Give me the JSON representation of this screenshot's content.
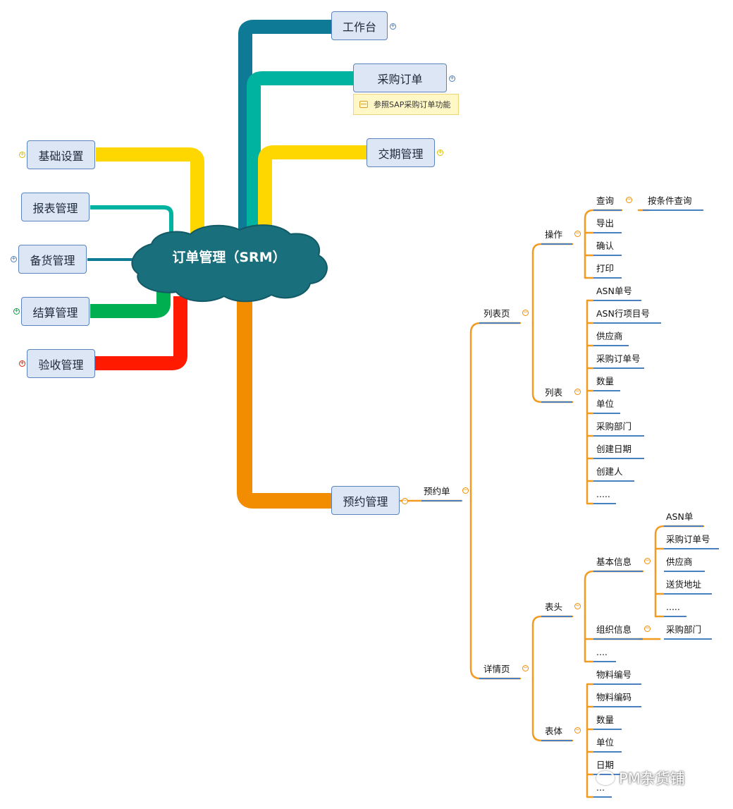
{
  "center": {
    "label": "订单管理（SRM）",
    "color": "#1a6f7c"
  },
  "right_topics": [
    {
      "label": "工作台",
      "id": "workbench"
    },
    {
      "label": "采购订单",
      "id": "purchase-order",
      "note": "参照SAP采购订单功能"
    },
    {
      "label": "交期管理",
      "id": "delivery"
    },
    {
      "label": "预约管理",
      "id": "appointment"
    }
  ],
  "left_topics": [
    {
      "label": "基础设置"
    },
    {
      "label": "报表管理"
    },
    {
      "label": "备货管理"
    },
    {
      "label": "结算管理"
    },
    {
      "label": "验收管理"
    }
  ],
  "appointment_tree": {
    "booking": "预约单",
    "list_page": "列表页",
    "operations": "操作",
    "op_items": [
      "查询",
      "导出",
      "确认",
      "打印"
    ],
    "query_child": "按条件查询",
    "list": "列表",
    "list_items": [
      "ASN单号",
      "ASN行项目号",
      "供应商",
      "采购订单号",
      "数量",
      "单位",
      "采购部门",
      "创建日期",
      "创建人",
      "....."
    ],
    "detail_page": "详情页",
    "header": "表头",
    "basic_info": "基本信息",
    "basic_items": [
      "ASN单",
      "采购订单号",
      "供应商",
      "送货地址",
      "....."
    ],
    "org_info": "组织信息",
    "org_child": "采购部门",
    "header_more": "....",
    "body": "表体",
    "body_items": [
      "物料编号",
      "物料编码",
      "数量",
      "单位",
      "日期",
      "..."
    ]
  },
  "watermark": "PM杂货铺",
  "colors": {
    "branch_workbench": "#0e7a96",
    "branch_po": "#00b3a0",
    "branch_delivery": "#ffd700",
    "branch_appointment": "#f28c00",
    "branch_basic": "#ffd700",
    "branch_report": "#00b3a0",
    "branch_stock": "#0e7a96",
    "branch_settle": "#00b050",
    "branch_accept": "#ff1a00",
    "tree_line": "#f29b21",
    "underline": "#4a7fc0",
    "box_fill": "#dce6f4",
    "box_border": "#5b84bf",
    "note_fill": "#fff8c6"
  }
}
